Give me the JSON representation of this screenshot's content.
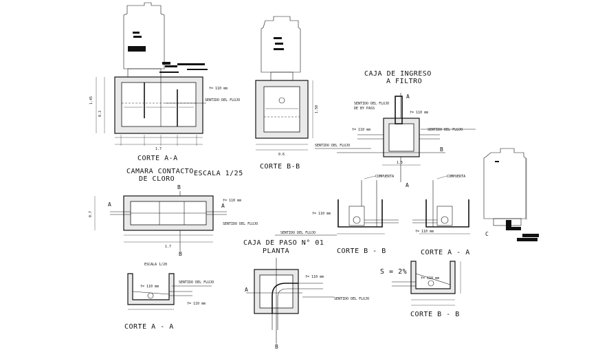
{
  "labels": {
    "corte_aa_top": "CORTE A-A",
    "corte_bb_top": "CORTE B-B",
    "camara_title_1": "CAMARA CONTACTO",
    "camara_title_2": "DE CLORO",
    "escala_125": "ESCALA 1/25",
    "caja_ingreso_1": "CAJA DE INGRESO",
    "caja_ingreso_2": "A FILTRO",
    "sentido_bypass_1": "SENTIDO DEL FLUJO",
    "sentido_bypass_2": "DE BY PASS",
    "phi_110_a": "f= 110 mm",
    "phi_110_b": "f= 110 mm",
    "sentido_flujo_a": "SENTIDO DEL FLUJO",
    "sentido_flujo_b": "SENTIDO DEL FLUJO",
    "sentido_flujo_c": "SENTIDO DEL FLUJO",
    "compuerta_1": "COMPUERTA",
    "compuerta_2": "COMPUERTA",
    "phi_110_c": "f= 110 mm",
    "phi_110_d": "f= 110 mm",
    "corte_bb_mid": "CORTE B - B",
    "corte_aa_mid": "CORTE A - A",
    "phi_110_plan": "f= 110 mm",
    "sentido_plan": "SENTIDO DEL FLUJO",
    "sentido_plan_2": "SENTIDO DEL FLUJO",
    "caja_paso_1": "CAJA DE PASO N° 01",
    "caja_paso_2": "PLANTA",
    "escala_120": "ESCALA 1/20",
    "sentido_small": "SENTIDO DEL FLUJO",
    "phi_small_1": "f= 110 mm",
    "phi_small_2": "f= 110 mm",
    "corte_aa_bot": "CORTE A - A",
    "phi_paso": "f= 110 mm",
    "sentido_paso": "SENTIDO DEL FLUJO",
    "pendiente": "S = 2%",
    "corte_bb_bot": "CORTE B - B",
    "phi_110_aa": "f= 110 mm",
    "sentido_aa": "SENTIDO DEL FLUJO",
    "letter_A": "A",
    "letter_B": "B",
    "letter_C": "C"
  }
}
